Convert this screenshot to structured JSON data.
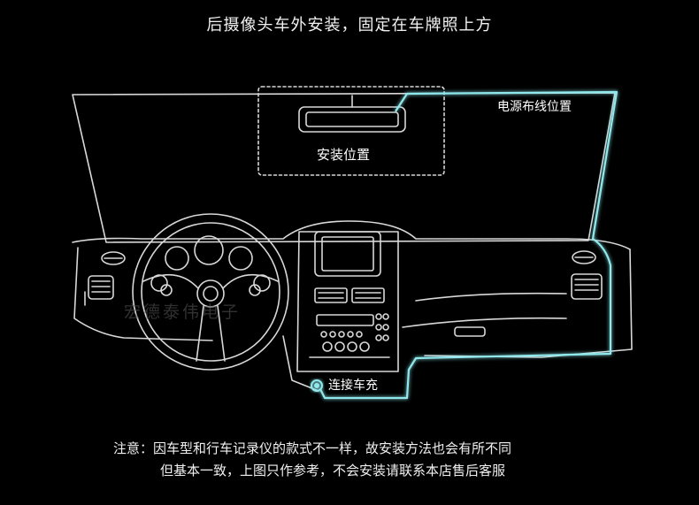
{
  "header": {
    "title": "后摄像头车外安装，固定在车牌照上方"
  },
  "labels": {
    "mount_position": "安装位置",
    "power_wiring": "电源布线位置",
    "car_charger": "连接车充",
    "watermark": "宏德泰伟电子"
  },
  "note": {
    "line1": "注意：因车型和行车记录仪的款式不一样，故安装方法也会有所不同",
    "line2": "但基本一致，上图只作参考，不会安装请联系本店售后客服"
  },
  "colors": {
    "background": "#000000",
    "outline": "#d8d8d8",
    "wire": "#8ee8ec",
    "wire_glow": "#3ec9d6",
    "text": "#ffffff"
  },
  "icons": [
    "steering-wheel-icon",
    "rear-view-mirror-icon",
    "car-charger-plug-icon"
  ]
}
